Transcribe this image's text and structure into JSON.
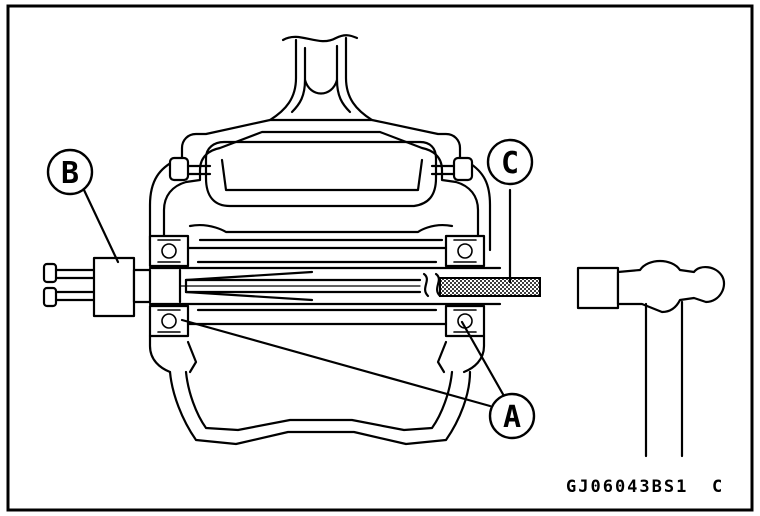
{
  "labels": {
    "a": "A",
    "b": "B",
    "c": "C"
  },
  "figure_code": "GJ06043BS1",
  "figure_suffix": "C",
  "colors": {
    "line": "#000000",
    "background": "#ffffff",
    "hatch": "#555555"
  }
}
